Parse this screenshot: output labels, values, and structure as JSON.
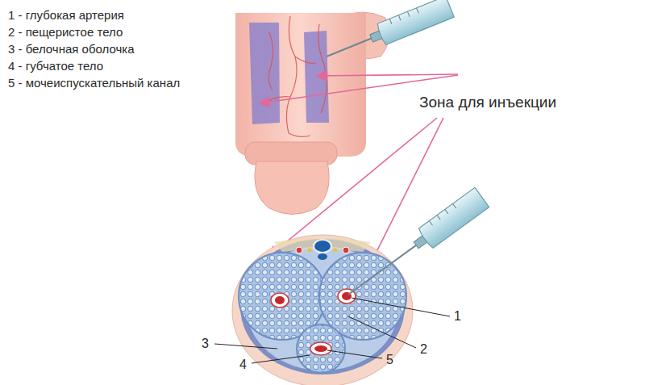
{
  "diagram": {
    "labels": [
      "1 - глубокая артерия",
      "2 - пещеристое тело",
      "3 - белочная оболочка",
      "4 - губчатое тело",
      "5 - мочеиспускательный канал",
      "Зона для инъекции",
      "1",
      "2",
      "3",
      "4",
      "5"
    ]
  }
}
